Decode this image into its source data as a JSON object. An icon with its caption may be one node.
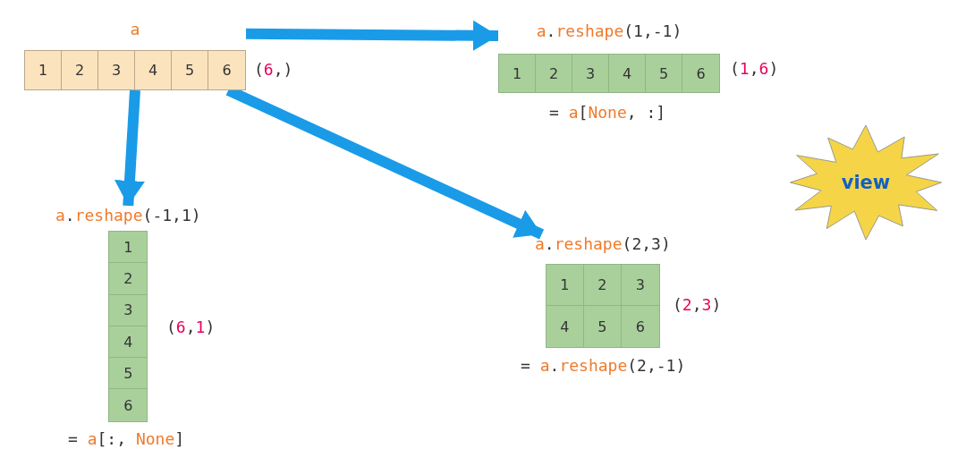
{
  "diagram": {
    "nodes": [
      {
        "text": [
          "a"
        ],
        "beside": [
          "(6,)"
        ]
      },
      {
        "text": [
          "1"
        ],
        "in": 0
      },
      {
        "text": [
          "2"
        ],
        "in": 0
      },
      {
        "text": [
          "3"
        ],
        "in": 0
      },
      {
        "text": [
          "4"
        ],
        "in": 0
      },
      {
        "text": [
          "5"
        ],
        "in": 0
      },
      {
        "text": [
          "6"
        ],
        "in": 0
      },
      {
        "text": [
          "a.reshape(1,-1)"
        ],
        "beside": [
          "(1,6)",
          "= a[None, :]"
        ]
      },
      {
        "text": [
          "1"
        ],
        "in": 7
      },
      {
        "text": [
          "2"
        ],
        "in": 7
      },
      {
        "text": [
          "3"
        ],
        "in": 7
      },
      {
        "text": [
          "4"
        ],
        "in": 7
      },
      {
        "text": [
          "5"
        ],
        "in": 7
      },
      {
        "text": [
          "6"
        ],
        "in": 7
      },
      {
        "text": [
          "a.reshape(-1,1)"
        ],
        "beside": [
          "(6,1)",
          "= a[:, None]"
        ]
      },
      {
        "text": [
          "1"
        ],
        "in": 14
      },
      {
        "text": [
          "2"
        ],
        "in": 14
      },
      {
        "text": [
          "3"
        ],
        "in": 14
      },
      {
        "text": [
          "4"
        ],
        "in": 14
      },
      {
        "text": [
          "5"
        ],
        "in": 14
      },
      {
        "text": [
          "6"
        ],
        "in": 14
      },
      {
        "text": [
          "a.reshape(2,3)"
        ],
        "beside": [
          "(2,3)",
          "= a.reshape(2,-1)"
        ]
      },
      {
        "text": [
          "1"
        ],
        "in": 21
      },
      {
        "text": [
          "2"
        ],
        "in": 21
      },
      {
        "text": [
          "3"
        ],
        "in": 21
      },
      {
        "text": [
          "4"
        ],
        "in": 21
      },
      {
        "text": [
          "5"
        ],
        "in": 21
      },
      {
        "text": [
          "6"
        ],
        "in": 21
      },
      {
        "text": [
          "view"
        ]
      }
    ],
    "edges": [
      {
        "from": 0,
        "to": 7,
        "arrow": "to"
      },
      {
        "from": 0,
        "to": 14,
        "arrow": "to"
      },
      {
        "from": 0,
        "to": 21,
        "arrow": "to"
      }
    ]
  }
}
